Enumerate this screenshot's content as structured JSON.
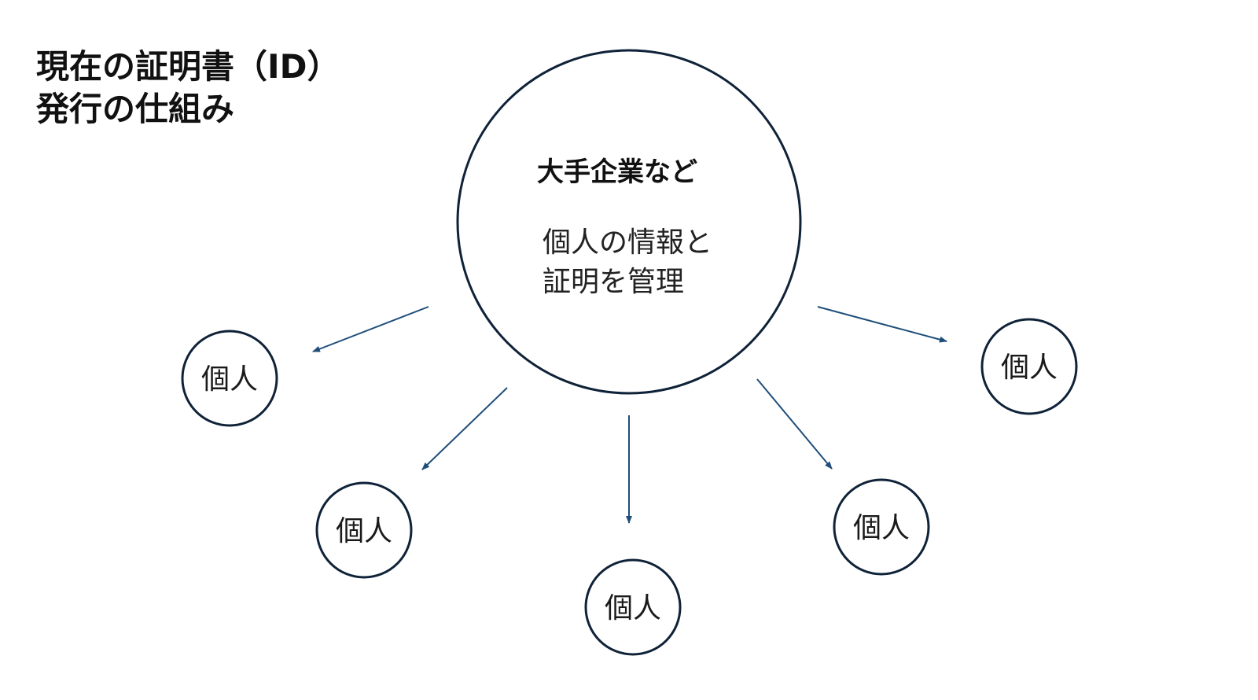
{
  "title": {
    "line1": "現在の証明書（ID）",
    "line2": "発行の仕組み"
  },
  "hub": {
    "title": "大手企業など",
    "desc_line1": "個人の情報と",
    "desc_line2": "証明を管理"
  },
  "nodes": [
    {
      "label": "個人"
    },
    {
      "label": "個人"
    },
    {
      "label": "個人"
    },
    {
      "label": "個人"
    },
    {
      "label": "個人"
    }
  ],
  "colors": {
    "circle_stroke": "#0f2238",
    "arrow": "#1f4e79"
  }
}
